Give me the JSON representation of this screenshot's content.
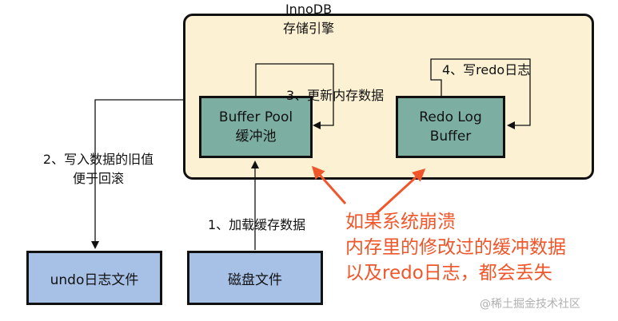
{
  "engine": {
    "title_line1": "InnoDB",
    "title_line2": "存储引擎"
  },
  "buffer_pool": {
    "line1": "Buffer Pool",
    "line2": "缓冲池"
  },
  "redo_buffer": {
    "line1": "Redo Log",
    "line2": "Buffer"
  },
  "undo_file": {
    "label": "undo日志文件"
  },
  "disk_file": {
    "label": "磁盘文件"
  },
  "steps": {
    "step1": "1、加载缓存数据",
    "step2_line1": "2、写入数据的旧值",
    "step2_line2": "便于回滚",
    "step3": "3、更新内存数据",
    "step4": "4、写redo日志"
  },
  "warning": {
    "line1": "如果系统崩溃",
    "line2": "内存里的修改过的缓冲数据",
    "line3": "以及redo日志，都会丢失"
  },
  "watermark": "@稀土掘金技术社区",
  "colors": {
    "engine_fill": "#fdf1d3",
    "buffer_fill": "#7cafa2",
    "file_fill": "#a7c1e6",
    "warning": "#f0562a"
  }
}
